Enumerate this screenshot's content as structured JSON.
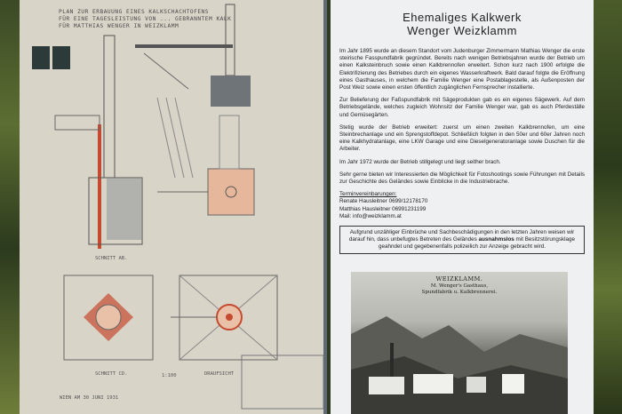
{
  "blueprint": {
    "title_line1": "PLAN ZUR ERBAUUNG EINES KALKSCHACHTOFENS",
    "title_line2": "FÜR EINE TAGESLEISTUNG VON ... GEBRANNTEM KALK",
    "title_line3": "FÜR MATTHIAS WENGER IN WEIZKLAMM",
    "label_section_ab": "SCHNITT AB.",
    "label_section_cd": "SCHNITT CD.",
    "label_plan": "DRAUFSICHT",
    "label_scale": "1:100",
    "label_date": "WIEN AM 30 JUNI 1931"
  },
  "info": {
    "title_line1": "Ehemaliges Kalkwerk",
    "title_line2": "Wenger Weizklamm",
    "para1": "Im Jahr 1895 wurde an diesem Standort vom Judenburger Zimmermann Mathias Wenger die erste steirische Fasspundfabrik gegründet. Bereits nach wenigen Betriebsjahren wurde der Betrieb um einen Kalksteinbruch sowie einen Kalkbrennofen erweitert. Schon kurz nach 1900 erfolgte die Elektrifizierung des Betriebes durch ein eigenes Wasserkraftwerk. Bald darauf folgte die Eröffnung eines Gasthauses, in welchem die Familie Wenger eine Postablagestelle, als Außenposten der Post Weiz sowie einen ersten öffentlich zugänglichen Fernsprecher installierte.",
    "para2": "Zur Belieferung der Faßspundfabrik mit Sägeprodukten gab es ein eigenes Sägewerk. Auf dem Betriebsgelände, welches zugleich Wohnsitz der Familie Wenger war, gab es auch Pferdeställe und Gemüsegärten.",
    "para3": "Stetig wurde der Betrieb erweitert: zuerst um einen zweiten Kalkbrennofen, um eine Steinbrechanlage und ein Sprengstoffdepot. Schließlich folgten in den 50er und 60er Jahren noch eine Kalkhydratanlage, eine LKW Garage und eine Dieselgeneratoranlage sowie Duschen für die Arbeiter.",
    "para4": "Im Jahr 1972 wurde der Betrieb stillgelegt und liegt seither brach.",
    "para5": "Sehr gerne bieten wir Interessierten die Möglichkeit für Fotoshootings sowie Führungen mit Details zur Geschichte des Geländes sowie Einblicke in die Industriebrache.",
    "contact_header": "Terminvereinbarungen:",
    "contact1": "Renate Hausleitner   0699/12178170",
    "contact2": "Matthias Hausleitner  06991231199",
    "contact3": "Mail: info@weizklamm.at",
    "warning_pre": "Aufgrund unzähliger Einbrüche und Sachbeschädigungen in den letzten Jahren weisen wir darauf hin, dass unbefugtes Betreten des Geländes ",
    "warning_bold": "ausnahmslos",
    "warning_post": " mit Besitzstörungsklage geahndet und gegebenenfalls polizeilich zur Anzeige gebracht wird."
  },
  "old_photo": {
    "caption1": "WEIZKLAMM.",
    "caption2": "M. Wenger's Gasthaus,",
    "caption3": "Spundfabrik u. Kalkbrennerei."
  }
}
